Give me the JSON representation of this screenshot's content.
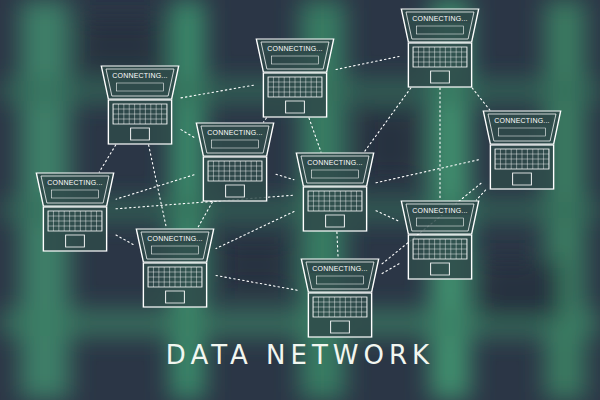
{
  "diagram": {
    "title": "DATA NETWORK",
    "nodes": [
      {
        "text": [
          "CONNECTING..."
        ]
      },
      {
        "text": [
          "CONNECTING..."
        ]
      },
      {
        "text": [
          "CONNECTING..."
        ]
      },
      {
        "text": [
          "CONNECTING..."
        ]
      },
      {
        "text": [
          "CONNECTING..."
        ]
      },
      {
        "text": [
          "CONNECTING..."
        ]
      },
      {
        "text": [
          "CONNECTING..."
        ]
      },
      {
        "text": [
          "CONNECTING..."
        ]
      },
      {
        "text": [
          "CONNECTING..."
        ]
      },
      {
        "text": [
          "CONNECTING..."
        ]
      }
    ],
    "edges": [
      {
        "from": 0,
        "to": 1,
        "arrow": "none"
      },
      {
        "from": 0,
        "to": 3,
        "arrow": "none"
      },
      {
        "from": 0,
        "to": 4,
        "arrow": "none"
      },
      {
        "from": 0,
        "to": 7,
        "arrow": "none"
      },
      {
        "from": 1,
        "to": 2,
        "arrow": "none"
      },
      {
        "from": 1,
        "to": 3,
        "arrow": "none"
      },
      {
        "from": 1,
        "to": 5,
        "arrow": "none"
      },
      {
        "from": 2,
        "to": 5,
        "arrow": "none"
      },
      {
        "from": 2,
        "to": 6,
        "arrow": "none"
      },
      {
        "from": 2,
        "to": 8,
        "arrow": "none"
      },
      {
        "from": 3,
        "to": 5,
        "arrow": "none"
      },
      {
        "from": 3,
        "to": 4,
        "arrow": "none"
      },
      {
        "from": 3,
        "to": 7,
        "arrow": "none"
      },
      {
        "from": 4,
        "to": 7,
        "arrow": "none"
      },
      {
        "from": 4,
        "to": 5,
        "arrow": "none"
      },
      {
        "from": 5,
        "to": 6,
        "arrow": "none"
      },
      {
        "from": 5,
        "to": 8,
        "arrow": "none"
      },
      {
        "from": 5,
        "to": 7,
        "arrow": "none"
      },
      {
        "from": 5,
        "to": 9,
        "arrow": "none"
      },
      {
        "from": 6,
        "to": 8,
        "arrow": "none"
      },
      {
        "from": 6,
        "to": 9,
        "arrow": "none"
      },
      {
        "from": 7,
        "to": 9,
        "arrow": "none"
      },
      {
        "from": 8,
        "to": 9,
        "arrow": "none"
      }
    ]
  }
}
